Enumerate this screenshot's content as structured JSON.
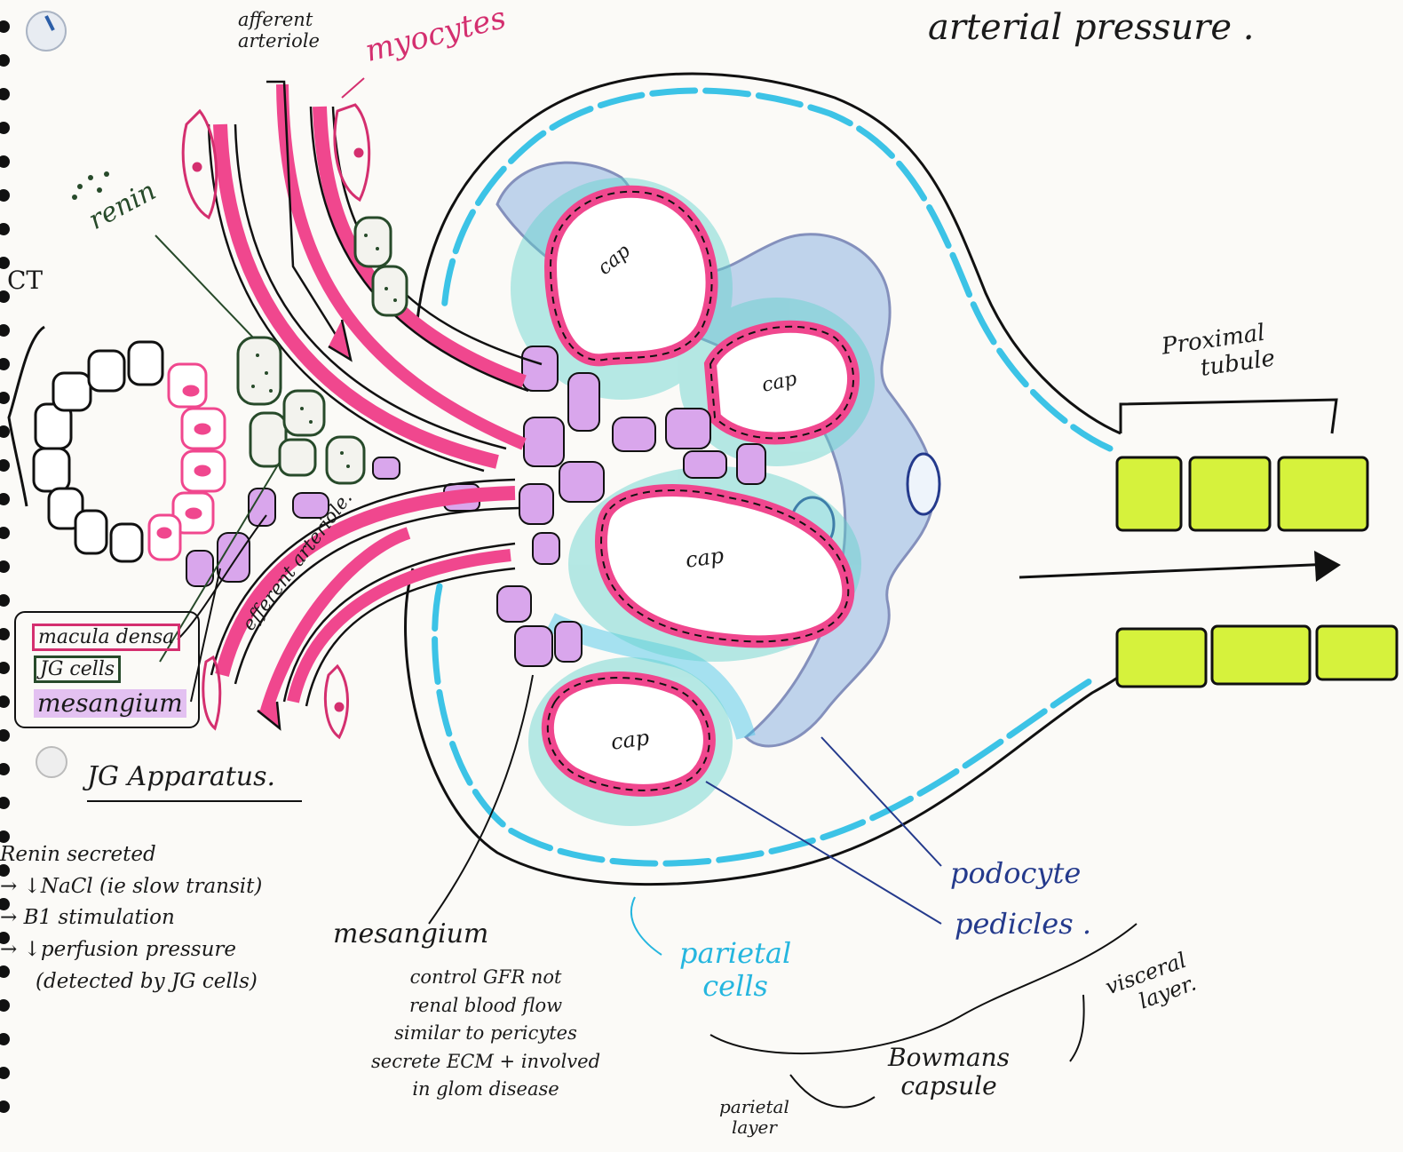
{
  "top_note": "arterial pressure .",
  "labels": {
    "afferent_arteriole": [
      "afferent",
      "arteriole"
    ],
    "myocytes": "myocytes",
    "renin": "renin",
    "ct": "CT",
    "efferent_arteriole": "efferent arteriole.",
    "cap": "cap",
    "proximal_tubule": [
      "Proximal",
      "tubule"
    ],
    "podocyte": "podocyte",
    "pedicles": "pedicles .",
    "parietal_cells": [
      "parietal",
      "cells"
    ],
    "mesangium_main": "mesangium",
    "bowmans_capsule": [
      "Bowmans",
      "capsule"
    ],
    "visceral_layer": [
      "visceral",
      "layer."
    ],
    "parietal_layer": [
      "parietal",
      "layer"
    ],
    "jg_apparatus": "JG Apparatus."
  },
  "legend": {
    "macula_densa": "macula densa",
    "jg_cells": "JG cells",
    "mesangium": "mesangium"
  },
  "renin_notes": [
    "Renin secreted",
    "→ ↓NaCl (ie slow transit)",
    "→ B1 stimulation",
    "→ ↓perfusion pressure",
    "(detected by JG cells)"
  ],
  "mesangium_notes": [
    "control GFR not",
    "renal blood flow",
    "similar to pericytes",
    "secrete ECM + involved",
    "in glom disease"
  ],
  "colors": {
    "pink": "#f0478e",
    "cyan": "#3cc3e6",
    "teal": "#5fd2cc",
    "lavender": "#d9a6ec",
    "lime": "#d6f23c",
    "navy": "#243a8c",
    "green": "#274a2a"
  }
}
